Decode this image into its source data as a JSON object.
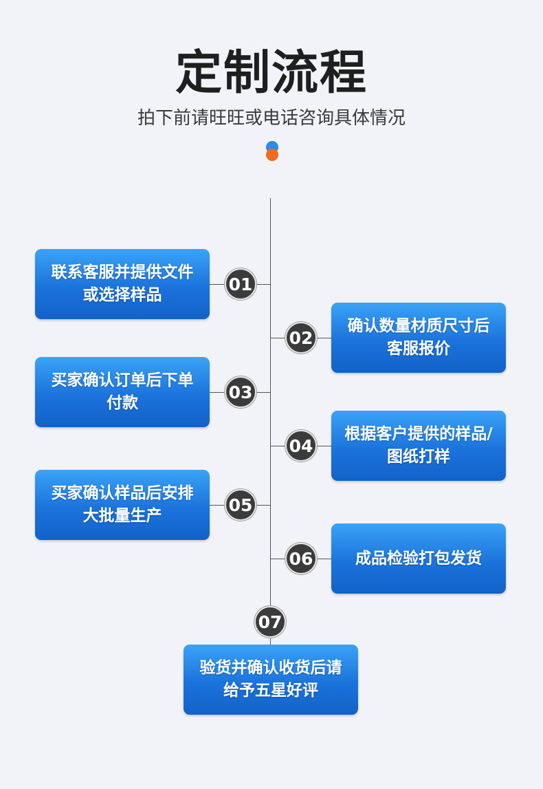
{
  "header": {
    "title": "定制流程",
    "subtitle": "拍下前请旺旺或电话咨询具体情况"
  },
  "colors": {
    "accent_blue": "#2a8be8",
    "accent_orange": "#f26a1b",
    "box_blue": "#1b73dc",
    "step_circle": "#3b3b3b"
  },
  "steps": [
    {
      "number": "01",
      "text": "联系客服并提供文件或选择样品"
    },
    {
      "number": "02",
      "text": "确认数量材质尺寸后客服报价"
    },
    {
      "number": "03",
      "text": "买家确认订单后下单付款"
    },
    {
      "number": "04",
      "text": "根据客户提供的样品/图纸打样"
    },
    {
      "number": "05",
      "text": "买家确认样品后安排大批量生产"
    },
    {
      "number": "06",
      "text": "成品检验打包发货"
    },
    {
      "number": "07",
      "text": "验货并确认收货后请给予五星好评"
    }
  ]
}
